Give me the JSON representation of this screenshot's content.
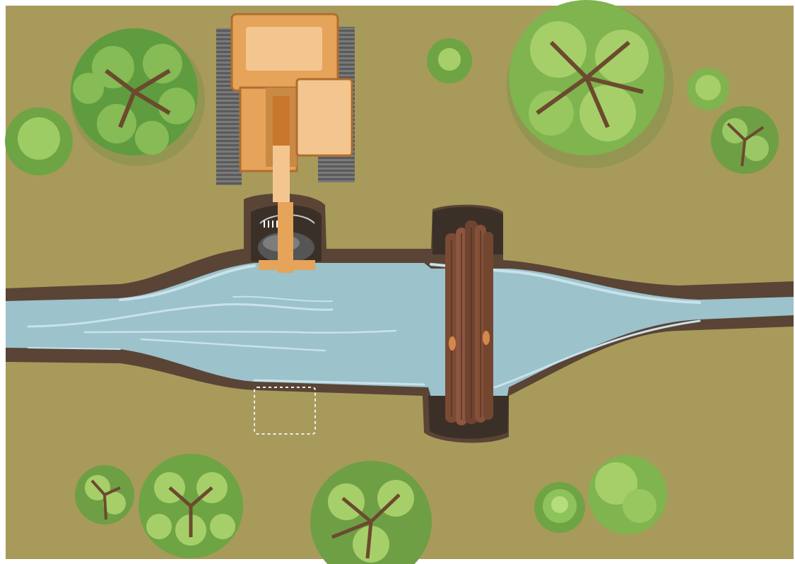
{
  "scene": {
    "colors": {
      "ground": "#a89a5a",
      "river_water": "#9cc2cc",
      "river_foam": "#c8e2ea",
      "bank_mud": "#5a4436",
      "excavator_body": "#e6a35a",
      "excavator_panel": "#f3c690",
      "track": "#6b6b6b",
      "log": "#7a4a34",
      "tree_dark": "#5f9c3f",
      "tree_light": "#a6cf6a"
    },
    "elements": {
      "river": "river",
      "excavator": "excavator",
      "logjam": "log-bridge",
      "dig_marker": "dotted-outline",
      "trees": "trees"
    }
  }
}
